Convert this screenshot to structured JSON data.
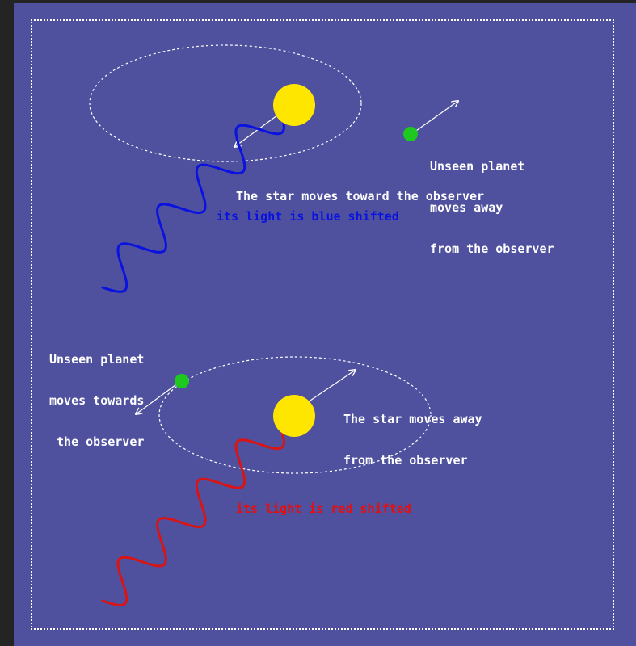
{
  "colors": {
    "background": "#4f519f",
    "star": "#ffe600",
    "planet": "#1ec81e",
    "blue_light": "#0a12e0",
    "red_light": "#d81414",
    "orbit_and_arrows": "#ffffff"
  },
  "top_scene": {
    "planet_label": [
      "Unseen planet",
      "moves away",
      "from the observer"
    ],
    "star_label": "The star moves toward the observer",
    "shift_label": "its light is blue shifted"
  },
  "bottom_scene": {
    "planet_label": [
      "Unseen planet",
      "moves towards",
      " the observer"
    ],
    "star_label": [
      "The star moves away",
      "from the observer"
    ],
    "shift_label": "its light is red shifted"
  }
}
